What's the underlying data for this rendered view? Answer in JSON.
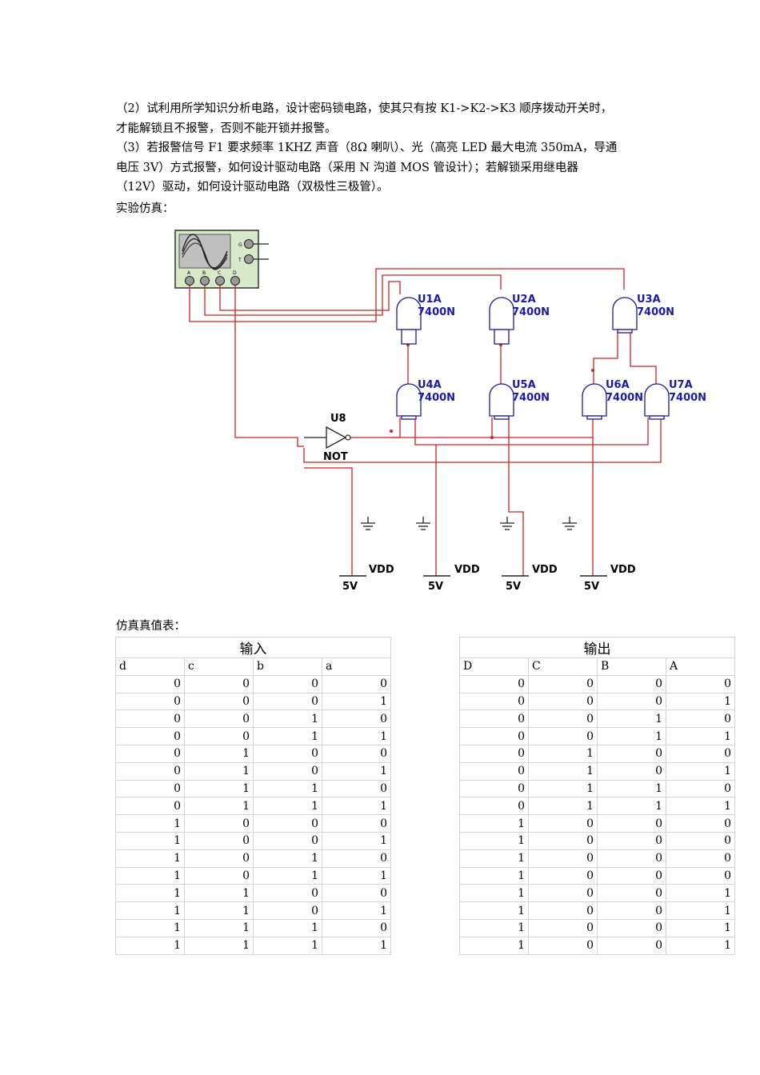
{
  "text": {
    "p1": "（2）试利用所学知识分析电路，设计密码锁电路，使其只有按 K1->K2->K3 顺序拨动开关时，",
    "p2": "才能解锁且不报警，否则不能开锁并报警。",
    "p3": "（3）若报警信号 F1 要求频率 1KHZ 声音（8Ω 喇叭）、光（高亮 LED 最大电流 350mA，导通",
    "p4": "电压 3V）方式报警，如何设计驱动电路（采用 N 沟道 MOS 管设计）；若解锁采用继电器",
    "p5": "（12V）驱动，如何设计驱动电路（双极性三极管）。",
    "sim_heading": "实验仿真：",
    "table_heading": "仿真真值表："
  },
  "schematic": {
    "gates": [
      {
        "ref": "U1A",
        "part": "7400N"
      },
      {
        "ref": "U2A",
        "part": "7400N"
      },
      {
        "ref": "U3A",
        "part": "7400N"
      },
      {
        "ref": "U4A",
        "part": "7400N"
      },
      {
        "ref": "U5A",
        "part": "7400N"
      },
      {
        "ref": "U6A",
        "part": "7400N"
      },
      {
        "ref": "U7A",
        "part": "7400N"
      }
    ],
    "inverter": {
      "ref": "U8",
      "part": "NOT"
    },
    "supplies": [
      {
        "name": "VDD",
        "value": "5V"
      },
      {
        "name": "VDD",
        "value": "5V"
      },
      {
        "name": "VDD",
        "value": "5V"
      },
      {
        "name": "VDD",
        "value": "5V"
      }
    ],
    "scope_channels": [
      "A",
      "B",
      "C",
      "D"
    ],
    "scope_side_terminals": [
      "G",
      "T"
    ],
    "wire_color": "#d42020",
    "gate_color": "#1a1aa6"
  },
  "truth_table": {
    "group_headers": [
      "输入",
      "输出"
    ],
    "input_columns": [
      "d",
      "c",
      "b",
      "a"
    ],
    "output_columns": [
      "D",
      "C",
      "B",
      "A"
    ],
    "rows": [
      {
        "in": [
          "0",
          "0",
          "0",
          "0"
        ],
        "out": [
          "0",
          "0",
          "0",
          "0"
        ]
      },
      {
        "in": [
          "0",
          "0",
          "0",
          "1"
        ],
        "out": [
          "0",
          "0",
          "0",
          "1"
        ]
      },
      {
        "in": [
          "0",
          "0",
          "1",
          "0"
        ],
        "out": [
          "0",
          "0",
          "1",
          "0"
        ]
      },
      {
        "in": [
          "0",
          "0",
          "1",
          "1"
        ],
        "out": [
          "0",
          "0",
          "1",
          "1"
        ]
      },
      {
        "in": [
          "0",
          "1",
          "0",
          "0"
        ],
        "out": [
          "0",
          "1",
          "0",
          "0"
        ]
      },
      {
        "in": [
          "0",
          "1",
          "0",
          "1"
        ],
        "out": [
          "0",
          "1",
          "0",
          "1"
        ]
      },
      {
        "in": [
          "0",
          "1",
          "1",
          "0"
        ],
        "out": [
          "0",
          "1",
          "1",
          "0"
        ]
      },
      {
        "in": [
          "0",
          "1",
          "1",
          "1"
        ],
        "out": [
          "0",
          "1",
          "1",
          "1"
        ]
      },
      {
        "in": [
          "1",
          "0",
          "0",
          "0"
        ],
        "out": [
          "1",
          "0",
          "0",
          "0"
        ]
      },
      {
        "in": [
          "1",
          "0",
          "0",
          "1"
        ],
        "out": [
          "1",
          "0",
          "0",
          "0"
        ]
      },
      {
        "in": [
          "1",
          "0",
          "1",
          "0"
        ],
        "out": [
          "1",
          "0",
          "0",
          "0"
        ]
      },
      {
        "in": [
          "1",
          "0",
          "1",
          "1"
        ],
        "out": [
          "1",
          "0",
          "0",
          "0"
        ]
      },
      {
        "in": [
          "1",
          "1",
          "0",
          "0"
        ],
        "out": [
          "1",
          "0",
          "0",
          "1"
        ]
      },
      {
        "in": [
          "1",
          "1",
          "0",
          "1"
        ],
        "out": [
          "1",
          "0",
          "0",
          "1"
        ]
      },
      {
        "in": [
          "1",
          "1",
          "1",
          "0"
        ],
        "out": [
          "1",
          "0",
          "0",
          "1"
        ]
      },
      {
        "in": [
          "1",
          "1",
          "1",
          "1"
        ],
        "out": [
          "1",
          "0",
          "0",
          "1"
        ]
      }
    ]
  }
}
